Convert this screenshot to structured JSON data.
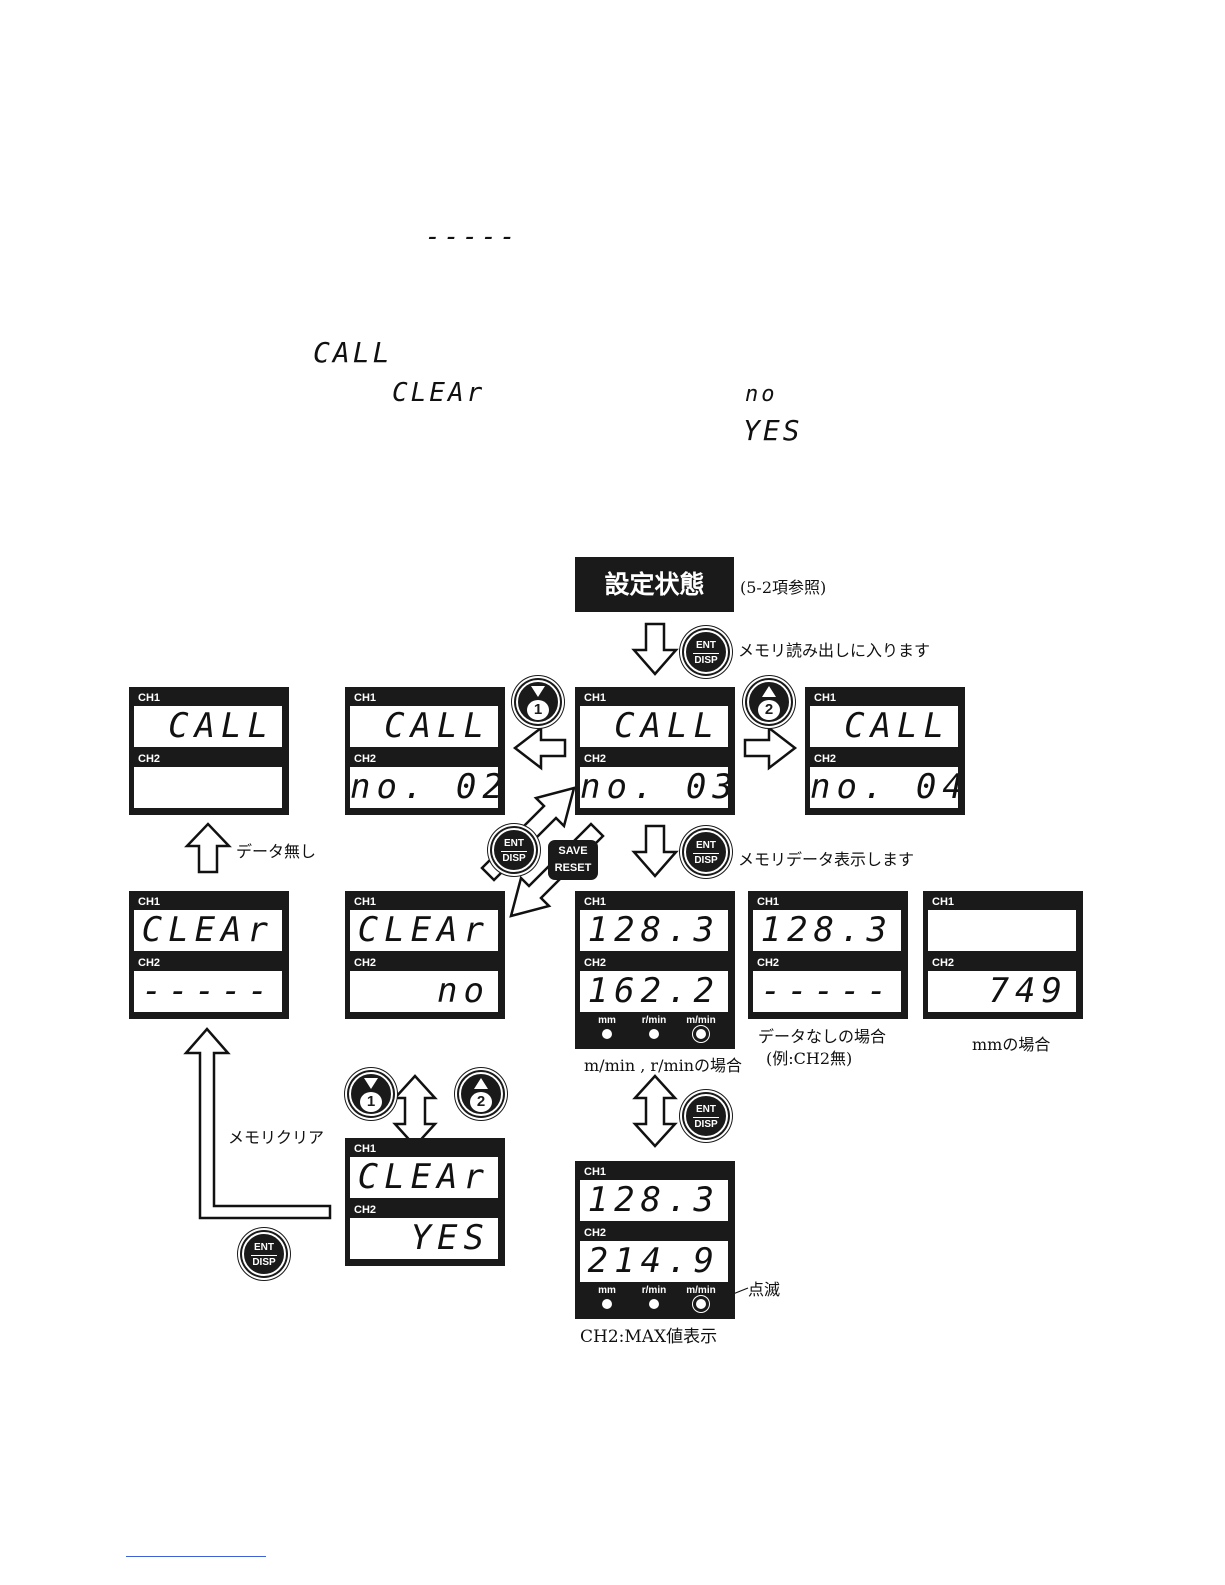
{
  "top_text": {
    "dashes": "-----",
    "call": "CALL",
    "clear": "CLEAr",
    "no": "no",
    "yes": "YES"
  },
  "diagram": {
    "title": "設定状態",
    "title_note": "(5-2項参照)",
    "note_enter_memory": "メモリ読み出しに入ります",
    "note_show_data": "メモリデータ表示します",
    "note_no_data": "データ無し",
    "note_memory_clear": "メモリクリア",
    "note_no_data_case": "データなしの場合",
    "note_example": "(例:CH2無)",
    "note_mm_case": "mmの場合",
    "note_mmin_case": "m/min , r/minの場合",
    "note_blink": "点滅",
    "note_max": "CH2:MAX値表示",
    "panels": {
      "call_blank": {
        "ch1_label": "CH1",
        "ch2_label": "CH2",
        "ch1": "CALL",
        "ch2": ""
      },
      "call_02": {
        "ch1_label": "CH1",
        "ch2_label": "CH2",
        "ch1": "CALL",
        "ch2": "no. 02"
      },
      "call_03": {
        "ch1_label": "CH1",
        "ch2_label": "CH2",
        "ch1": "CALL",
        "ch2": "no. 03"
      },
      "call_04": {
        "ch1_label": "CH1",
        "ch2_label": "CH2",
        "ch1": "CALL",
        "ch2": "no. 04"
      },
      "clear_dash": {
        "ch1_label": "CH1",
        "ch2_label": "CH2",
        "ch1": "CLEAr",
        "ch2": "-----"
      },
      "clear_no": {
        "ch1_label": "CH1",
        "ch2_label": "CH2",
        "ch1": "CLEAr",
        "ch2": "no"
      },
      "clear_yes": {
        "ch1_label": "CH1",
        "ch2_label": "CH2",
        "ch1": "CLEAr",
        "ch2": "YES"
      },
      "data_main": {
        "ch1_label": "CH1",
        "ch2_label": "CH2",
        "ch1": "128.3",
        "ch2": "162.2"
      },
      "data_nodata": {
        "ch1_label": "CH1",
        "ch2_label": "CH2",
        "ch1": "128.3",
        "ch2": "-----"
      },
      "data_mm": {
        "ch1_label": "CH1",
        "ch2_label": "CH2",
        "ch1": "",
        "ch2": "749"
      },
      "data_max": {
        "ch1_label": "CH1",
        "ch2_label": "CH2",
        "ch1": "128.3",
        "ch2": "214.9"
      }
    },
    "units": {
      "mm": "mm",
      "rmin": "r/min",
      "mmin": "m/min"
    },
    "buttons": {
      "ent": "ENT",
      "disp": "DISP",
      "save": "SAVE",
      "reset": "RESET",
      "one": "1",
      "two": "2"
    }
  }
}
